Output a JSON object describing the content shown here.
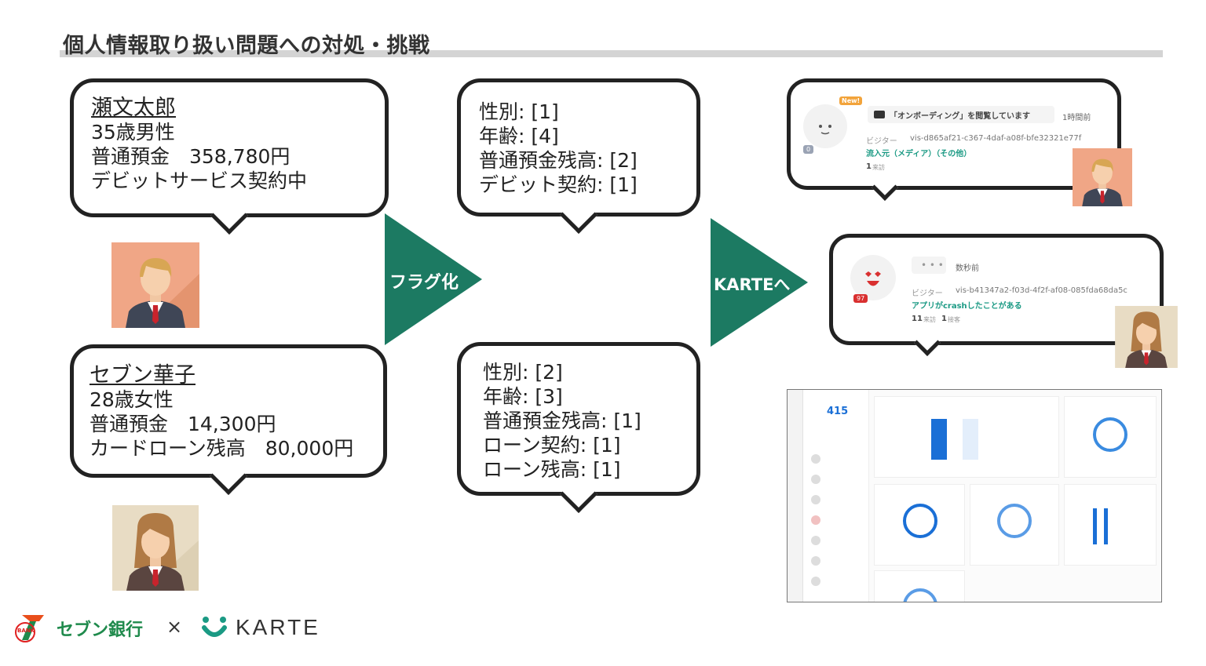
{
  "title": "個人情報取り扱い問題への対処・挑戦",
  "customers": [
    {
      "name": "瀬文太郎",
      "line1": "35歳男性",
      "line2": "普通預金　358,780円",
      "line3": "デビットサービス契約中"
    },
    {
      "name": "セブン華子",
      "line1": "28歳女性",
      "line2": "普通預金　14,300円",
      "line3": "カードローン残高　80,000円"
    }
  ],
  "flags": [
    {
      "lines": [
        "性別: [1]",
        "年齢: [4]",
        "普通預金残高: [2]",
        "デビット契約: [1]"
      ]
    },
    {
      "lines": [
        "性別: [2]",
        "年齢: [3]",
        "普通預金残高: [1]",
        "ローン契約: [1]",
        "ローン残高: [1]"
      ]
    }
  ],
  "arrows": {
    "flag": "フラグ化",
    "karte": "KARTEへ"
  },
  "karte_cards": [
    {
      "badge_new": "New!",
      "score": "0",
      "event": "「オンボーディング」を閲覧しています",
      "time": "1時間前",
      "visitor_label": "ビジター",
      "visitor_id": "vis-d865af21-c367-4daf-a08f-bfe32321e77f",
      "source": "流入元（メディア）（その他）",
      "visits_num": "1",
      "visits_unit": "来訪"
    },
    {
      "score": "97",
      "event": "• • •",
      "time": "数秒前",
      "visitor_label": "ビジター",
      "visitor_id": "vis-b41347a2-f03d-4f2f-af08-085fda68da5c",
      "source": "アプリがcrashしたことがある",
      "visits_num": "11",
      "visits_unit": "来訪",
      "purchase_num": "1",
      "purchase_unit": "接客"
    }
  ],
  "dashboard": {
    "big_number": "415"
  },
  "footer": {
    "brand1": "セブン銀行",
    "times": "×",
    "brand2": "KARTE",
    "bank_mark": "BANK"
  },
  "colors": {
    "arrow": "#1c7a62",
    "accent_blue": "#1a6fd6",
    "teal": "#1b9a84"
  }
}
